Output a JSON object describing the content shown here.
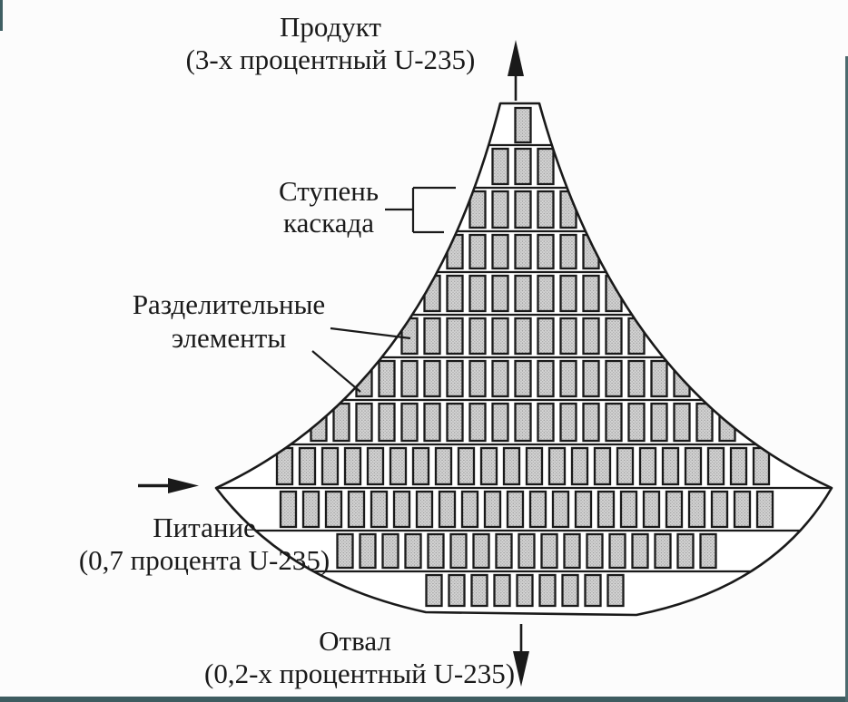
{
  "figure": {
    "type": "enrichment-cascade-diagram",
    "colors": {
      "ink": "#1a1a1a",
      "background": "#fcfcfc",
      "element_fill": "#d7d7d7",
      "element_dot": "#9a9a9a",
      "scan_edge": "#3e5c60"
    },
    "labels": {
      "product": {
        "line1": "Продукт",
        "line2": "(3-х процентный U-235)"
      },
      "stage": {
        "line1": "Ступень",
        "line2": "каскада"
      },
      "elements": {
        "line1": "Разделительные",
        "line2": "элементы"
      },
      "feed": {
        "line1": "Питание",
        "line2": "(0,7 процента U-235)"
      },
      "tails": {
        "line1": "Отвал",
        "line2": "(0,2-х процентный U-235)"
      }
    },
    "cascade": {
      "stage_count": 12,
      "elements_per_stage_top_to_bottom": [
        1,
        3,
        5,
        7,
        9,
        11,
        15,
        19,
        22,
        22,
        17,
        9
      ],
      "flows": [
        {
          "name": "product",
          "direction": "up"
        },
        {
          "name": "feed",
          "direction": "right"
        },
        {
          "name": "tails",
          "direction": "down"
        }
      ]
    }
  }
}
